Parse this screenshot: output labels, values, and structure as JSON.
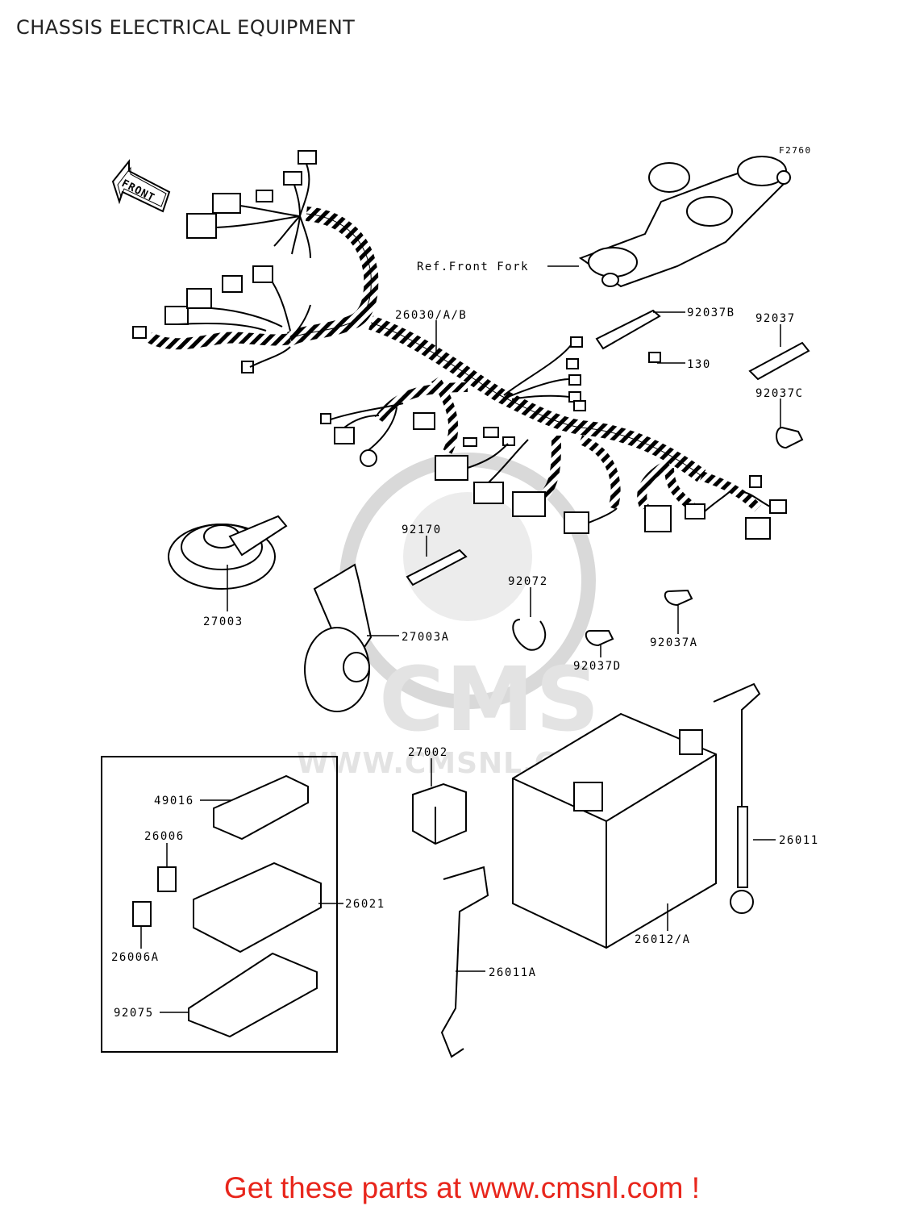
{
  "title": "CHASSIS ELECTRICAL EQUIPMENT",
  "figure_code": "F2760",
  "front_label": "FRONT",
  "watermark": {
    "brand": "CMS",
    "url": "WWW.CMSNL.COM",
    "color": "#d9d9d9"
  },
  "parts": {
    "ref_front_fork": "Ref.Front Fork",
    "p26030": "26030/A/B",
    "p92037B": "92037B",
    "p92037": "92037",
    "p130": "130",
    "p92037C": "92037C",
    "p92170": "92170",
    "p27003": "27003",
    "p92072": "92072",
    "p27003A": "27003A",
    "p92037A": "92037A",
    "p92037D": "92037D",
    "p27002": "27002",
    "p49016": "49016",
    "p26006": "26006",
    "p26006A": "26006A",
    "p26021": "26021",
    "p92075": "92075",
    "p26011": "26011",
    "p26012A": "26012/A",
    "p26011A": "26011A"
  },
  "promo": "Get these parts at www.cmsnl.com !",
  "colors": {
    "line": "#000000",
    "promo": "#e8261c"
  }
}
